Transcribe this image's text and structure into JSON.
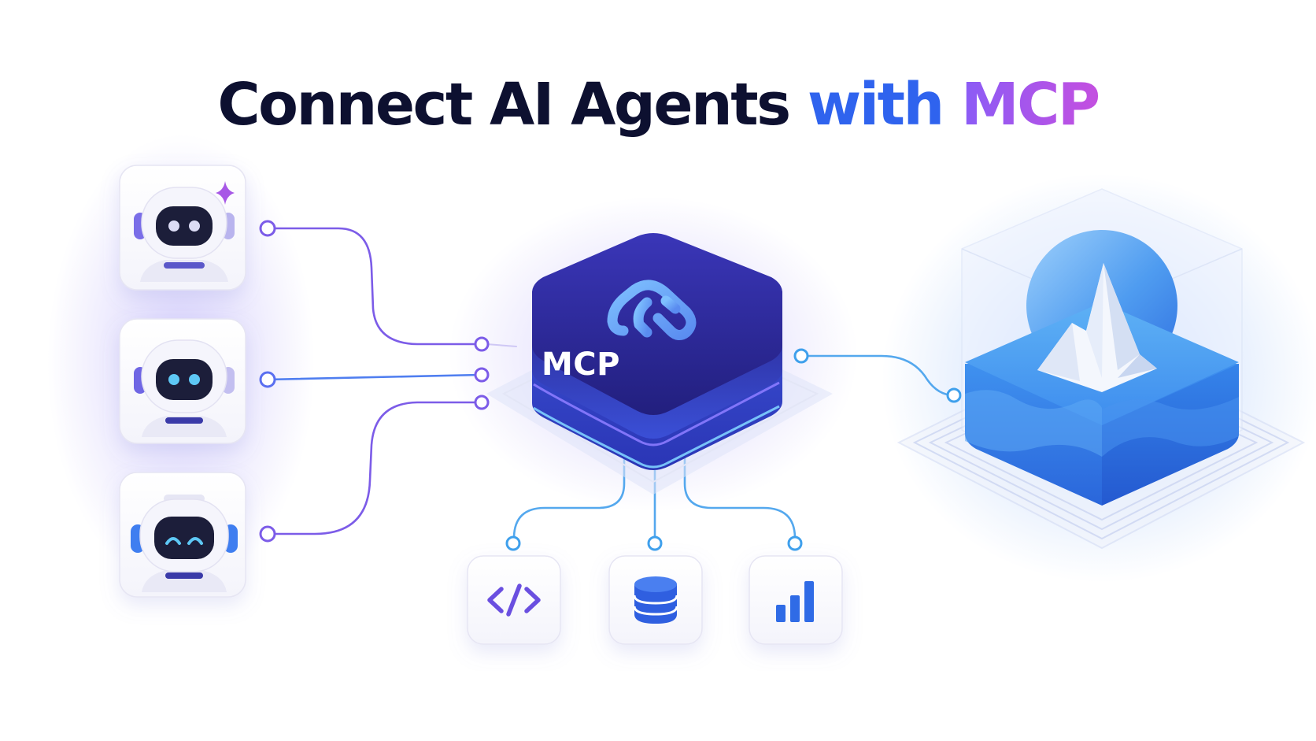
{
  "title": {
    "part1": "Connect AI Agents ",
    "part2": "with ",
    "part3": "MCP"
  },
  "hub": {
    "label": "MCP"
  },
  "agents": [
    {
      "name": "sparkle-robot",
      "eye_style": "round"
    },
    {
      "name": "robot",
      "eye_style": "round"
    },
    {
      "name": "smiling-robot",
      "eye_style": "smile"
    }
  ],
  "tools": [
    {
      "icon": "code-icon"
    },
    {
      "icon": "database-icon"
    },
    {
      "icon": "bar-chart-icon"
    }
  ],
  "data_source": {
    "icon": "iceberg-icon"
  },
  "colors": {
    "title_dark": "#0d1030",
    "title_blue": "#2f63ee",
    "title_purple": "#a656e6",
    "hub_top": "#2d2a9e",
    "agent_line": "#7c5ce8",
    "tool_line": "#54a8ee",
    "ocean": "#2f7de8"
  }
}
